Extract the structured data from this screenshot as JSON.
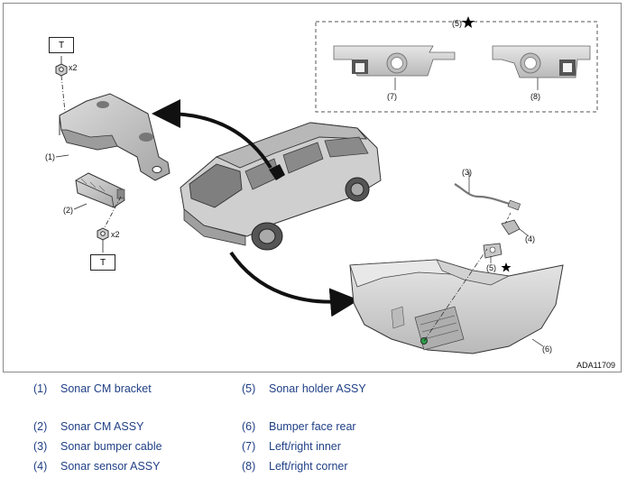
{
  "figure": {
    "code": "ADA11709",
    "torque_mark": "T",
    "qty_mark": "x2",
    "callouts": {
      "c1": "(1)",
      "c2": "(2)",
      "c3": "(3)",
      "c4": "(4)",
      "c5": "(5)",
      "c5_detail": "(5)",
      "c6": "(6)",
      "c7": "(7)",
      "c8": "(8)"
    }
  },
  "legend": [
    {
      "num": "(1)",
      "text": "Sonar CM bracket"
    },
    {
      "num": "(2)",
      "text": "Sonar CM ASSY"
    },
    {
      "num": "(3)",
      "text": "Sonar bumper cable"
    },
    {
      "num": "(4)",
      "text": "Sonar sensor ASSY"
    },
    {
      "num": "(5)",
      "text": "Sonar holder ASSY"
    },
    {
      "num": "(6)",
      "text": "Bumper face rear"
    },
    {
      "num": "(7)",
      "text": "Left/right inner"
    },
    {
      "num": "(8)",
      "text": "Left/right corner"
    }
  ],
  "colors": {
    "legend_text": "#1f3f86",
    "frame": "#8a8a8a",
    "part_fill": "#d9d9d9",
    "part_stroke": "#444444"
  }
}
